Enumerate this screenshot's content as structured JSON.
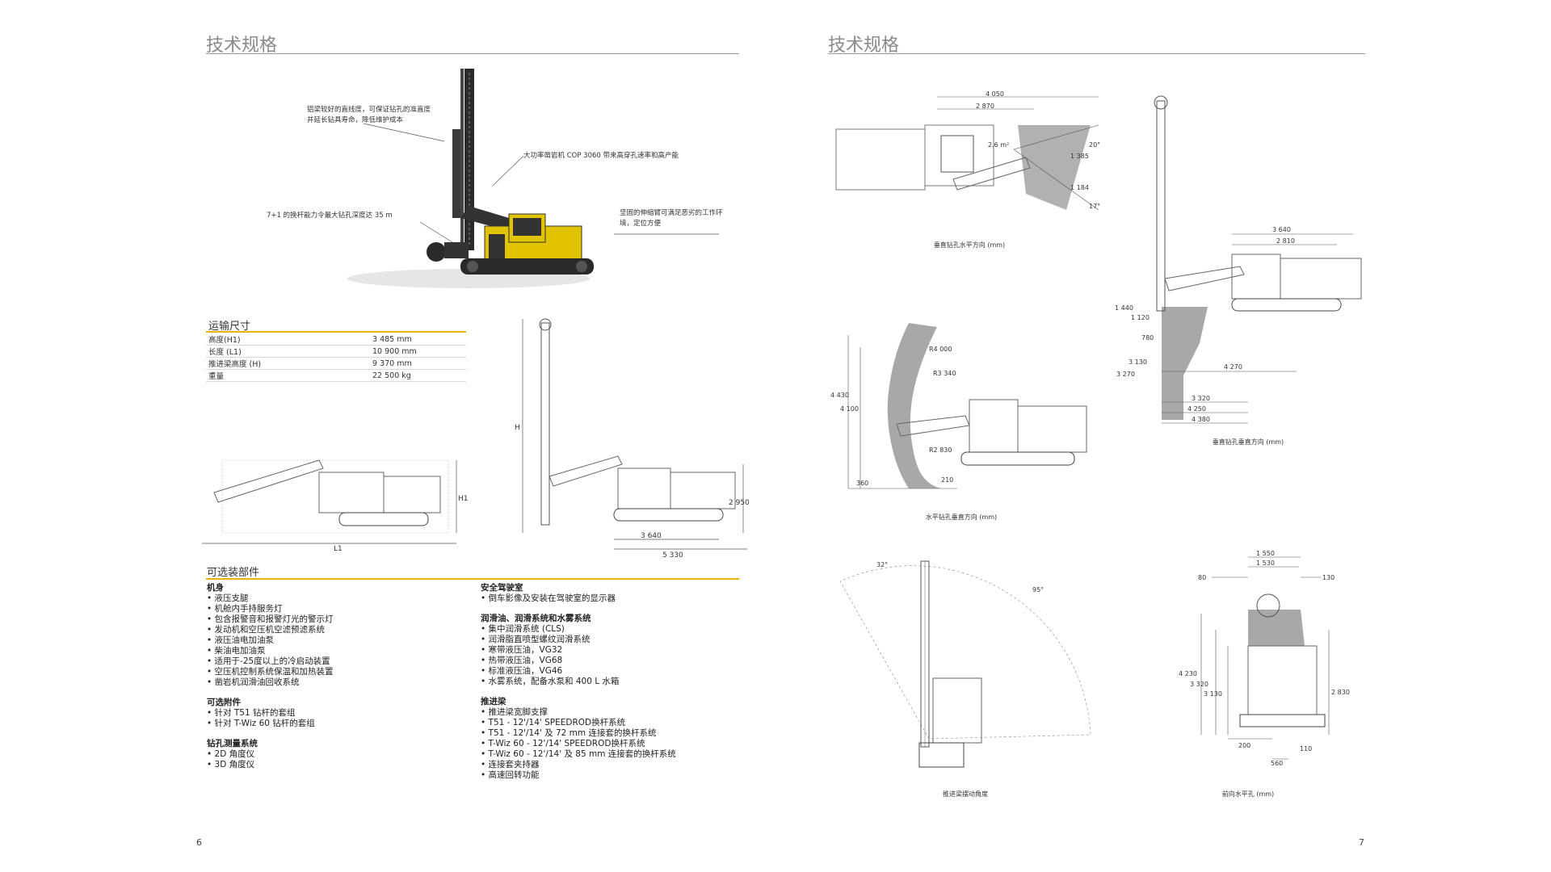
{
  "left_page": {
    "title": "技术规格",
    "callouts": {
      "boom": [
        "铝梁较好的直线度，可保证钻孔的准直度",
        "并延长钻具寿命，降低维护成本"
      ],
      "rockdrill": "大功率凿岩机 COP 3060 带来高穿孔速率和高产能",
      "rod_changer": "7+1 的换杆能力令最大钻孔深度达 35 m",
      "arm": [
        "坚固的伸缩臂可满足恶劣的工作环",
        "境，定位方便"
      ]
    },
    "transport": {
      "heading": "运输尺寸",
      "rows": [
        {
          "label": "高度(H1)",
          "value": "3 485 mm"
        },
        {
          "label": "长度 (L1)",
          "value": "10 900 mm"
        },
        {
          "label": "推进梁高度 (H)",
          "value": "9 370 mm"
        },
        {
          "label": "重量",
          "value": "22 500 kg"
        }
      ]
    },
    "dims": {
      "h1": "H1",
      "l1": "L1",
      "h": "H",
      "d2950": "2 950",
      "d3640": "3 640",
      "d5330": "5 330"
    },
    "options": {
      "heading": "可选装部件",
      "col1": [
        {
          "title": "机身",
          "items": [
            "液压支腿",
            "机舱内手持服务灯",
            "包含报警音和报警灯光的警示灯",
            "发动机和空压机空滤预滤系统",
            "液压油电加油泵",
            "柴油电加油泵",
            "适用于-25度以上的冷启动装置",
            "空压机控制系统保温和加热装置",
            "凿岩机润滑油回收系统"
          ]
        },
        {
          "title": "可选附件",
          "items": [
            "针对 T51 钻杆的套组",
            "针对 T-Wiz 60 钻杆的套组"
          ]
        },
        {
          "title": "钻孔测量系统",
          "items": [
            "2D 角度仪",
            "3D 角度仪"
          ]
        }
      ],
      "col2": [
        {
          "title": "安全驾驶室",
          "items": [
            "倒车影像及安装在驾驶室的显示器"
          ]
        },
        {
          "title": "润滑油、润滑系统和水雾系统",
          "items": [
            "集中润滑系统 (CLS)",
            "润滑脂直喷型螺纹润滑系统",
            "寒带液压油，VG32",
            "热带液压油，VG68",
            "标准液压油，VG46",
            "水雾系统，配备水泵和 400 L 水箱"
          ]
        },
        {
          "title": "推进梁",
          "items": [
            "推进梁宽脚支撑",
            "T51 - 12'/14' SPEEDROD换杆系统",
            "T51 - 12'/14' 及 72 mm 连接套的换杆系统",
            "T-Wiz 60 - 12'/14' SPEEDROD换杆系统",
            "T-Wiz 60 - 12'/14' 及 85 mm 连接套的换杆系统",
            "连接套夹持器",
            "高速回转功能"
          ]
        }
      ]
    },
    "page_number": "6"
  },
  "right_page": {
    "title": "技术规格",
    "diagrams": {
      "top_left": {
        "caption": "垂直钻孔水平方向 (mm)",
        "labels": [
          "4 050",
          "2 870",
          "2.6 m²",
          "1 385",
          "1 184",
          "20°",
          "17°"
        ]
      },
      "top_right": {
        "caption": "垂直钻孔垂直方向 (mm)",
        "labels": [
          "3 640",
          "2 810",
          "1 440",
          "1 120",
          "780",
          "3 130",
          "3 270",
          "4 270",
          "3 320",
          "4 250",
          "4 380"
        ]
      },
      "mid_left": {
        "caption": "水平钻孔垂直方向 (mm)",
        "labels": [
          "R4 000",
          "R3 340",
          "4 430",
          "4 100",
          "R2 830",
          "360",
          "210"
        ]
      },
      "bottom_left": {
        "caption": "推进梁摆动角度",
        "labels": [
          "32°",
          "95°"
        ]
      },
      "bottom_right": {
        "caption": "前向水平孔 (mm)",
        "labels": [
          "1 550",
          "1 530",
          "80",
          "130",
          "4 230",
          "3 320",
          "3 130",
          "2 830",
          "200",
          "110",
          "560"
        ]
      }
    },
    "page_number": "7"
  },
  "colors": {
    "accent_yellow": "#f0b400",
    "rig_yellow": "#e2c300",
    "title_gray": "#8a8a8a",
    "shade_gray": "#9e9e9e"
  }
}
